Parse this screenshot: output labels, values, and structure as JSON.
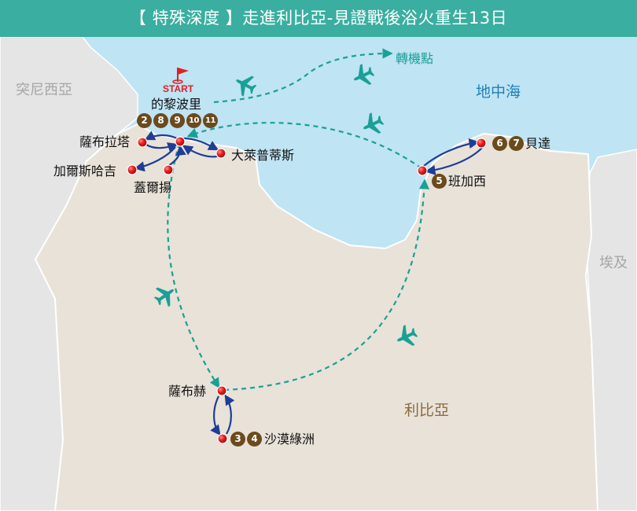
{
  "title": "【 特殊深度 】走進利比亞-見證戰後浴火重生13日",
  "regions": {
    "sea": "地中海",
    "libya": "利比亞",
    "tunisia": "突尼西亞",
    "egypt": "埃及"
  },
  "start_label": "START",
  "hub_label": "轉機點",
  "cities": {
    "tripoli": {
      "name": "的黎波里",
      "days": [
        "2",
        "8",
        "9",
        "10",
        "11"
      ]
    },
    "sabratha": {
      "name": "薩布拉塔"
    },
    "ghadames": {
      "name": "加爾斯哈吉"
    },
    "gharyan": {
      "name": "蓋爾揚"
    },
    "leptis": {
      "name": "大萊普蒂斯"
    },
    "benghazi": {
      "name": "班加西",
      "days": [
        "5"
      ]
    },
    "bayda": {
      "name": "貝達",
      "days": [
        "6",
        "7"
      ]
    },
    "sabha": {
      "name": "薩布赫"
    },
    "oasis": {
      "name": "沙漠綠洲",
      "days": [
        "3",
        "4"
      ]
    }
  },
  "colors": {
    "banner": "#3aaea1",
    "sea": "#bfe4f4",
    "land": "#e8e2d8",
    "route_dashed": "#1aa096",
    "route_solid": "#1f3d96",
    "city": "#e02020",
    "badge": "#6b4a1c"
  }
}
